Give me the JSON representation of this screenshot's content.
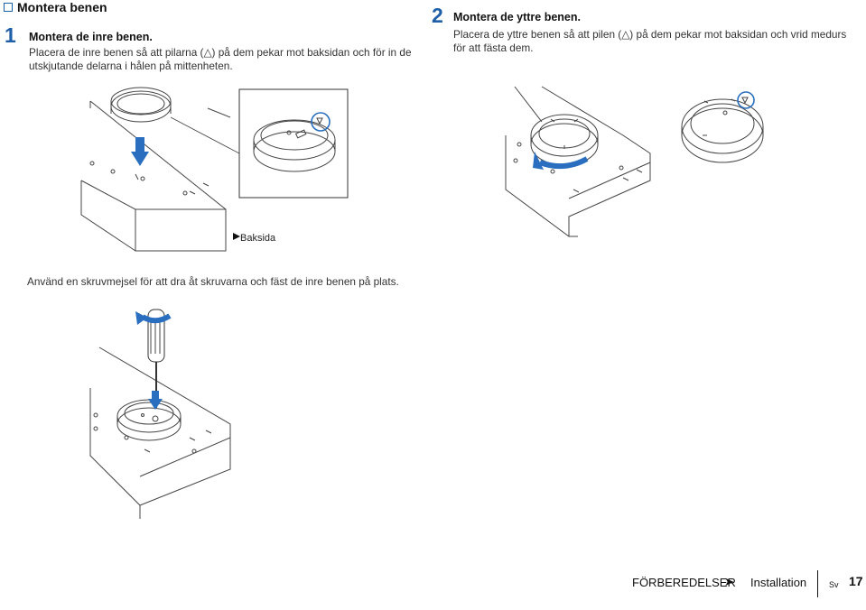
{
  "section": {
    "title": "Montera benen"
  },
  "steps": [
    {
      "number": "1",
      "heading": "Montera de inre benen.",
      "text": "Placera de inre benen så att pilarna (△) på dem pekar mot baksidan och för in de utskjutande delarna i hålen på mittenheten."
    },
    {
      "number": "2",
      "heading": "Montera de yttre benen.",
      "text": "Placera de yttre benen så att pilen (△) på dem pekar mot baksidan och vrid medurs för att fästa dem."
    }
  ],
  "illustration": {
    "label_back": "Baksida"
  },
  "instruction_screw": "Använd en skruvmejsel för att dra åt skruvarna och fäst de inre benen på plats.",
  "footer": {
    "chapter": "FÖRBEREDELSER",
    "arrow": "➤",
    "page_section": "Installation",
    "lang": "Sv",
    "page": "17"
  },
  "colors": {
    "accent": "#1f5fa8",
    "arrow_blue": "#2a6fbf"
  }
}
